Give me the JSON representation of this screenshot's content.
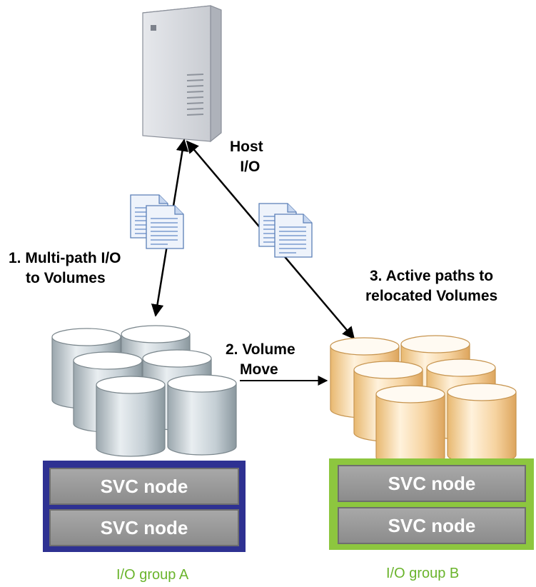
{
  "labels": {
    "host_io_line1": "Host",
    "host_io_line2": "I/O",
    "step1_line1": "1. Multi-path I/O",
    "step1_line2": "to Volumes",
    "step2_line1": "2. Volume",
    "step2_line2": "Move",
    "step3_line1": "3. Active paths to",
    "step3_line2": "relocated Volumes"
  },
  "group_a": {
    "name": "I/O group A",
    "nodes": [
      "SVC node",
      "SVC node"
    ],
    "border_color": "#2e3192",
    "volume_color": "#c9d3d8"
  },
  "group_b": {
    "name": "I/O group B",
    "nodes": [
      "SVC node",
      "SVC node"
    ],
    "border_color": "#8dc63f",
    "volume_color": "#f7d6a1"
  },
  "icons": [
    "server-icon",
    "document-icon",
    "disk-volume-icon"
  ]
}
